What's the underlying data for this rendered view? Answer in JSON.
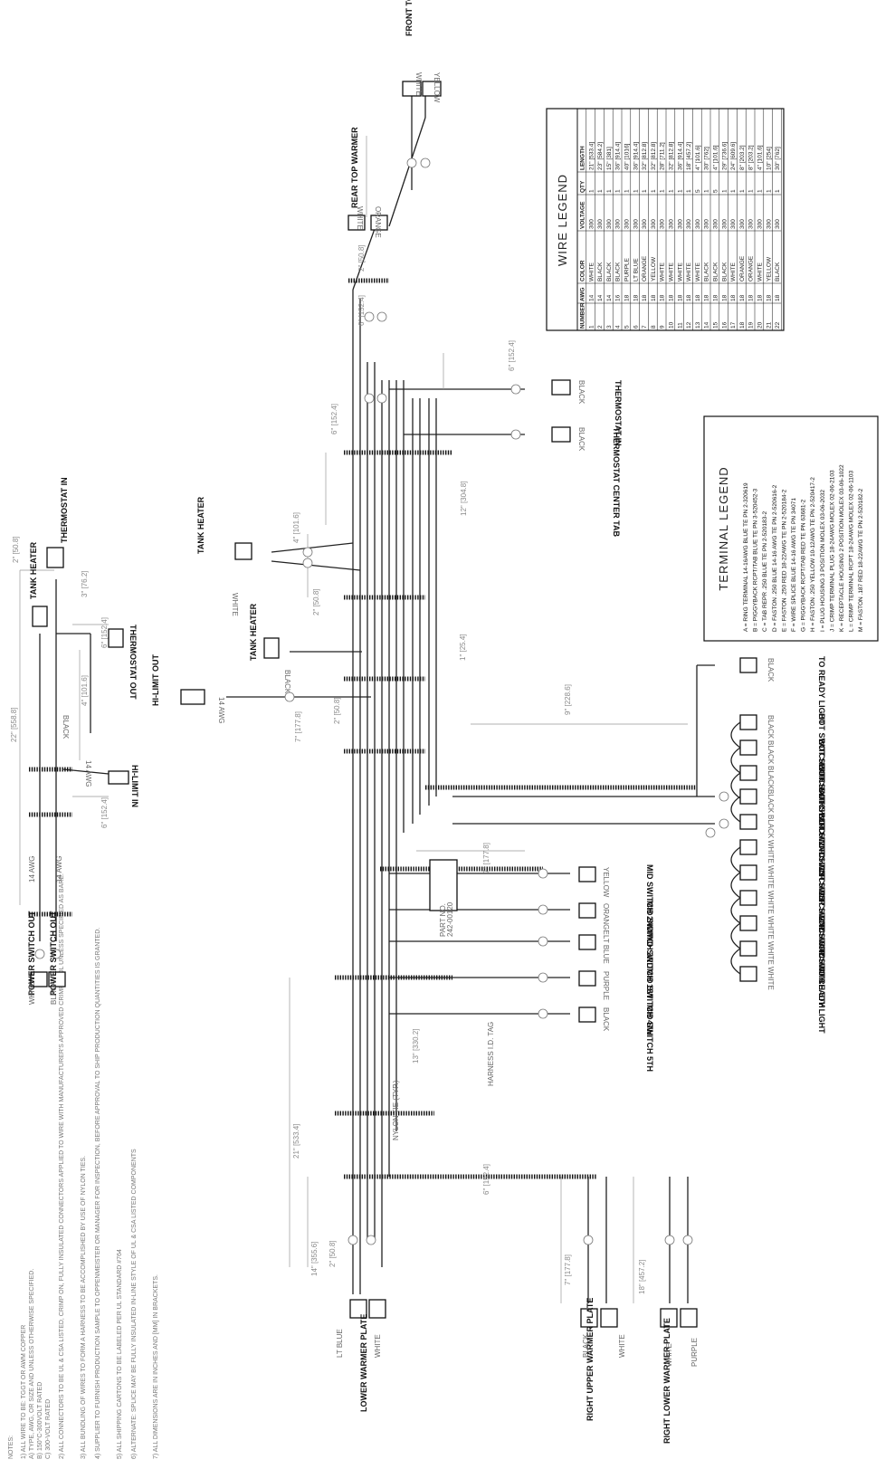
{
  "notes": {
    "heading": "NOTES:",
    "lines": [
      "1) ALL WIRE TO BE: TGGT OR AWM COPPER",
      "   A) TYPE, AWG, OR SIZE AND UNLESS OTHERWISE SPECIFIED.",
      "   B) 150°C-300VOLT RATED",
      "   C) 300-VOLT RATED",
      "2) ALL CONNECTORS TO BE UL & CSA LISTED, CRIMP ON, FULLY INSULATED CONNECTORS APPLIED TO WIRE WITH MANUFACTURER'S APPROVED CRIMP TOOL UNLESS SPECIFIED AS BARE.",
      "3) ALL BUNDLING OF WIRES TO FORM A HARNESS TO BE ACCOMPLISHED BY USE OF NYLON TIES.",
      "4) SUPPLIER TO FURNISH PRODUCTION SAMPLE TO OPPENMEISTER OR MANAGER FOR INSPECTION, BEFORE APPROVAL TO SHIP PRODUCTION QUANTITIES IS GRANTED.",
      "5) ALL SHIPPING CARTONS TO BE LABELED PER UL STANDARD #764",
      "6) ALTERNATE:  SPLICE MAY BE FULLY INSULATED IN-LINE STYLE OF UL & CSA LISTED COMPONENTS",
      "7) ALL DIMENSIONS ARE IN INCHES AND [MM] IN BRACKETS."
    ]
  },
  "sub_harness": {
    "labels": [
      "POWER SWITCH OUT",
      "POWER SWITCH OUT",
      "HI-LIMIT IN",
      "THERMOSTAT OUT",
      "TANK HEATER",
      "THERMOSTAT IN"
    ],
    "colors": [
      "WHITE",
      "BLACK",
      "BLACK"
    ],
    "gauges": [
      "14 AWG",
      "14 AWG",
      "14 AWG"
    ],
    "dims": [
      "22\" [558.8]",
      "6\" [152.4]",
      "4\" [101.6]",
      "3\" [76.2]",
      "2\" [50.8]",
      "6\" [152.4]"
    ]
  },
  "main_harness": {
    "left_labels": [
      "TANK HEATER",
      "TANK HEATER",
      "HI-LIMIT OUT"
    ],
    "left_wire_colors": [
      "WHITE",
      "BLACK",
      "14 AWG"
    ],
    "top_labels": [
      "FRONT TOP WARMER",
      "REAR TOP WARMER",
      "THERMOSTAT IN",
      "THERMOSTAT CENTER TAB"
    ],
    "top_wire_colors": [
      "WHITE",
      "YELLOW",
      "WHITE",
      "ORANGE",
      "BLACK",
      "BLACK"
    ],
    "mid_switch_labels": [
      "MID SWITCH 2ND",
      "MID SWITCH 3RD",
      "MID SWITCH 1ST",
      "MID SWITCH 4TH",
      "MID SWITCH 5TH"
    ],
    "mid_switch_colors": [
      "YELLOW",
      "ORANGE",
      "LT BLUE",
      "PURPLE",
      "BLACK"
    ],
    "right_labels": [
      "TO READY LIGHT",
      "BOT SWITCH 5TH",
      "BOT SWITCH 4TH",
      "BOT SWITCH 3RD",
      "BOT SWITCH 2ND",
      "BOT SWITCH 1ST",
      "TOP SWITCH 1ST",
      "TOP SWITCH 2ND",
      "TOP SWITCH 3RD",
      "TOP SWITCH 4TH",
      "TOP SWITCH 5TH",
      "TO READY LIGHT"
    ],
    "right_colors": [
      "BLACK",
      "BLACK",
      "BLACK",
      "BLACK",
      "BLACK",
      "BLACK",
      "WHITE",
      "WHITE",
      "WHITE",
      "WHITE",
      "WHITE",
      "WHITE"
    ],
    "bottom_labels": [
      "LOWER WARMER PLATE",
      "RIGHT UPPER WARMER PLATE",
      "RIGHT LOWER WARMER PLATE"
    ],
    "bottom_wire_colors": [
      "LT BLUE",
      "WHITE",
      "BLACK",
      "WHITE",
      "WHITE",
      "PURPLE"
    ],
    "part_no": [
      "PART NO.",
      "242-00120"
    ],
    "callouts": [
      "HARNESS I.D. TAG",
      "NYLON TIE (TYP.)"
    ],
    "dims": [
      "2\" [50.8]",
      "6\" [152.4]",
      "6\" [152.4]",
      "6\" [152.4]",
      "4\" [101.6]",
      "12\" [304.8]",
      "2\" [50.8]",
      "1\" [25.4]",
      "9\" [228.6]",
      "7\" [177.8]",
      "2\" [50.8]",
      "7\" [177.8]",
      "13\" [330.2]",
      "21\" [533.4]",
      "14\" [355.6]",
      "6\" [152.4]",
      "7\" [177.8]",
      "18\" [457.2]",
      "2\" [50.8]"
    ]
  },
  "wire_legend": {
    "title": "WIRE LEGEND",
    "headers": [
      "NUMBER",
      "AWG",
      "COLOR",
      "VOLTAGE",
      "QTY",
      "LENGTH"
    ],
    "rows": [
      [
        "1",
        "14",
        "WHITE",
        "300",
        "1",
        "21\" [533.4]"
      ],
      [
        "2",
        "14",
        "BLACK",
        "300",
        "1",
        "23\" [584.2]"
      ],
      [
        "3",
        "14",
        "BLACK",
        "300",
        "1",
        "15\" [381]"
      ],
      [
        "4",
        "16",
        "BLACK",
        "300",
        "1",
        "36\" [914.4]"
      ],
      [
        "5",
        "18",
        "PURPLE",
        "300",
        "1",
        "40\" [1016]"
      ],
      [
        "6",
        "18",
        "LT BLUE",
        "300",
        "1",
        "36\" [914.4]"
      ],
      [
        "7",
        "18",
        "ORANGE",
        "300",
        "1",
        "32\" [812.8]"
      ],
      [
        "8",
        "18",
        "YELLOW",
        "300",
        "1",
        "32\" [812.8]"
      ],
      [
        "9",
        "18",
        "WHITE",
        "300",
        "1",
        "28\" [711.2]"
      ],
      [
        "10",
        "18",
        "WHITE",
        "300",
        "1",
        "32\" [812.8]"
      ],
      [
        "11",
        "18",
        "WHITE",
        "300",
        "1",
        "36\" [914.4]"
      ],
      [
        "12",
        "18",
        "WHITE",
        "300",
        "1",
        "18\" [457.2]"
      ],
      [
        "13",
        "18",
        "WHITE",
        "300",
        "5",
        "4\" [101.6]"
      ],
      [
        "14",
        "18",
        "BLACK",
        "300",
        "1",
        "30\" [762]"
      ],
      [
        "15",
        "18",
        "BLACK",
        "300",
        "5",
        "4\" [101.6]"
      ],
      [
        "16",
        "18",
        "BLACK",
        "300",
        "1",
        "29\" [736.6]"
      ],
      [
        "17",
        "18",
        "WHITE",
        "300",
        "1",
        "24\" [609.6]"
      ],
      [
        "18",
        "18",
        "ORANGE",
        "300",
        "1",
        "8\" [203.2]"
      ],
      [
        "19",
        "18",
        "ORANGE",
        "300",
        "1",
        "8\" [203.2]"
      ],
      [
        "20",
        "18",
        "WHITE",
        "300",
        "1",
        "4\" [101.6]"
      ],
      [
        "21",
        "18",
        "YELLOW",
        "300",
        "1",
        "10\" [254]"
      ],
      [
        "22",
        "18",
        "BLACK",
        "300",
        "1",
        "30\" [762]"
      ]
    ]
  },
  "terminal_legend": {
    "title": "TERMINAL LEGEND",
    "lines": [
      "A = RING TERMINAL 14-16AWG BLUE TE PN 2-320619",
      "B = PIGGYBACK RCPT/TAB BLUE TE PN 3-520452-3",
      "C = TAB REPR .250 BLUE TE PN 2-520183-2",
      "D = FASTON .250 BLUE 14-16 AWG TE PN 2-520616-2",
      "E = FASTON .250 RED 18-22AWG TE PN 2-520184-2",
      "F = WIRE SPLICE BLUE 14-16 AWG TE PN 34071",
      "G = PIGGYBACK RCPT/TAB RED TE PN 63681-2",
      "H = FASTON .250 YELLOW 10-12AWG TE PN 2-520417-2",
      "I = PLUG HOUSING 3 POSITION MOLEX 03-06-2032",
      "J = CRIMP TERMINAL PLUG 18-24AWG MOLEX 02-06-2103",
      "K = RECEPTACLE HOUSING 2 POSITION MOLEX 03-06-1022",
      "L = CRIMP TERMINAL RCPT 18-24AWG MOLEX 02-06-1103",
      "M = FASTON .187 RED 18-22AWG TE PN 2-520182-2"
    ]
  }
}
